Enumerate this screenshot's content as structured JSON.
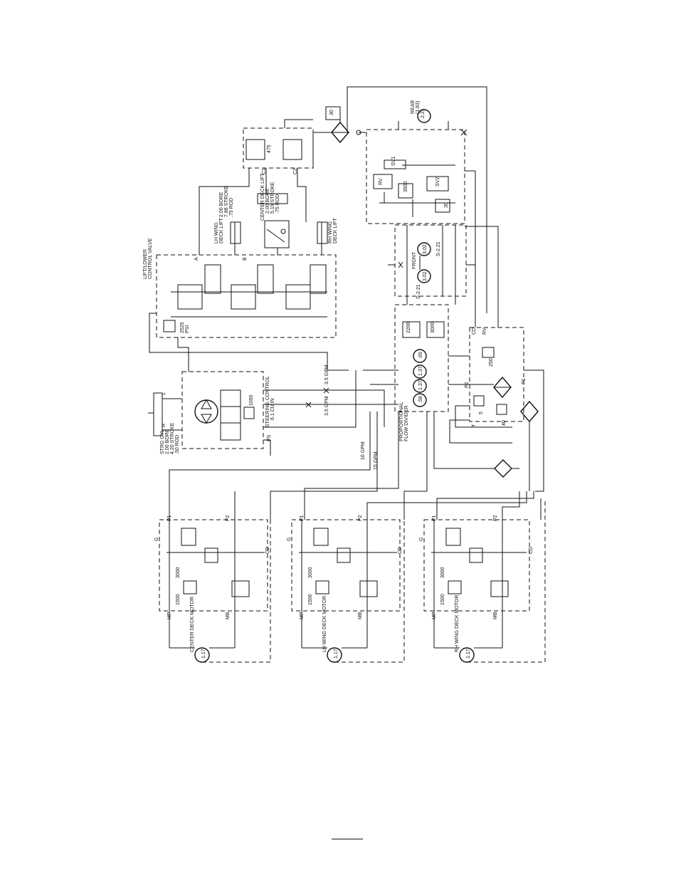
{
  "labels": {
    "rear": "REAR",
    "rear_disp": "2.21",
    "rear_unit": "(1.83)",
    "front": "FRONT",
    "front_disp1": "3.02",
    "front_disp2": "3.02",
    "front_side1": "S-2.21",
    "front_side2": "S-2.21",
    "lift_lower": "LIFT/LOWER",
    "control_valve": "CONTROL VALVE",
    "relief_2525": "2525",
    "psi": "PSI",
    "lh_wing": "LH WING",
    "deck_lift": "DECK LIFT",
    "rh_wing": "RH WING",
    "center_deck_lift": "CENTER DECK LIFT",
    "cyl_bore1": "2.00 BORE",
    "cyl_stroke1": "7.88 STROKE",
    "cyl_rod1": ".75 ROD",
    "cyl_bore2": "2.00 BORE",
    "cyl_stroke2": "5.19 STROKE",
    "cyl_rod2": ".75 ROD",
    "steering_control": "STEERING CONTROL",
    "steering_disp": "6.1 CU IN",
    "relief_1050": "1050",
    "strg_cyl": "STRG CYL",
    "strg_bore": "2.00 BORE",
    "strg_stroke": "4.20 STROKE",
    "strg_rod": ".50 ROD",
    "flow_3_5a": "3.5 GPM",
    "flow_3_5b": "3.5 GPM",
    "flow_16": "16 GPM",
    "flow_15": "15 GPM",
    "prop": "PROPORTIONAL",
    "flow_divider": "FLOW DIVIDER",
    "pump_58": ".58",
    "pump_137a": "1.37",
    "pump_137b": "1.37",
    "pump_065": ".65",
    "relief_3000": "3000",
    "relief_2200": "2200",
    "relief_250": "250",
    "relief_5": "5",
    "relief_40": "40",
    "psi_small": "PSI",
    "center_deck_motor": "CENTER DECK MOTOR",
    "lh_wing_deck_motor": "LH WING DECK MOTOR",
    "rh_wing_deck_motor": "RH WING DECK MOTOR",
    "motor_disp": "1.17",
    "relief_3000b": "3000",
    "relief_1500": "1500",
    "port_p1": "P1",
    "port_p2": "P2",
    "port_cd": "CD",
    "port_mp": "MP",
    "port_mb": "MB",
    "port_g": "G",
    "port_t": "T",
    "port_c1": "C1",
    "port_c2": "C2",
    "port_a": "A",
    "port_b": "B",
    "port_p": "P",
    "port_rv": "RV",
    "port_l": "L",
    "port_r": "R",
    "port_ps": "PS",
    "sol_sv1": "SV1",
    "sol_sv2": "SV2",
    "sol_rv": "RV",
    "relief_475": "475",
    "relief_250b": "250",
    "relief_30": "30",
    "relief_3500": "3500"
  }
}
